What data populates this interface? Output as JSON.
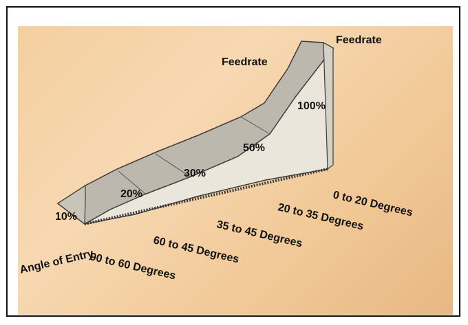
{
  "labels": {
    "feedrate_top": "Feedrate",
    "feedrate_side": "Feedrate",
    "angle_of_entry": "Angle of Entry"
  },
  "percentages": [
    "10%",
    "20%",
    "30%",
    "50%",
    "100%"
  ],
  "angle_ranges": [
    "0 to 20 Degrees",
    "20 to 35 Degrees",
    "35 to 45 Degrees",
    "60 to 45 Degrees",
    "90 to 60 Degrees"
  ],
  "colors": {
    "background": "#f5d3a8",
    "ramp_top": "#bdb8ad",
    "ramp_side": "#ebe6dc",
    "edge": "#3b3b3b"
  }
}
